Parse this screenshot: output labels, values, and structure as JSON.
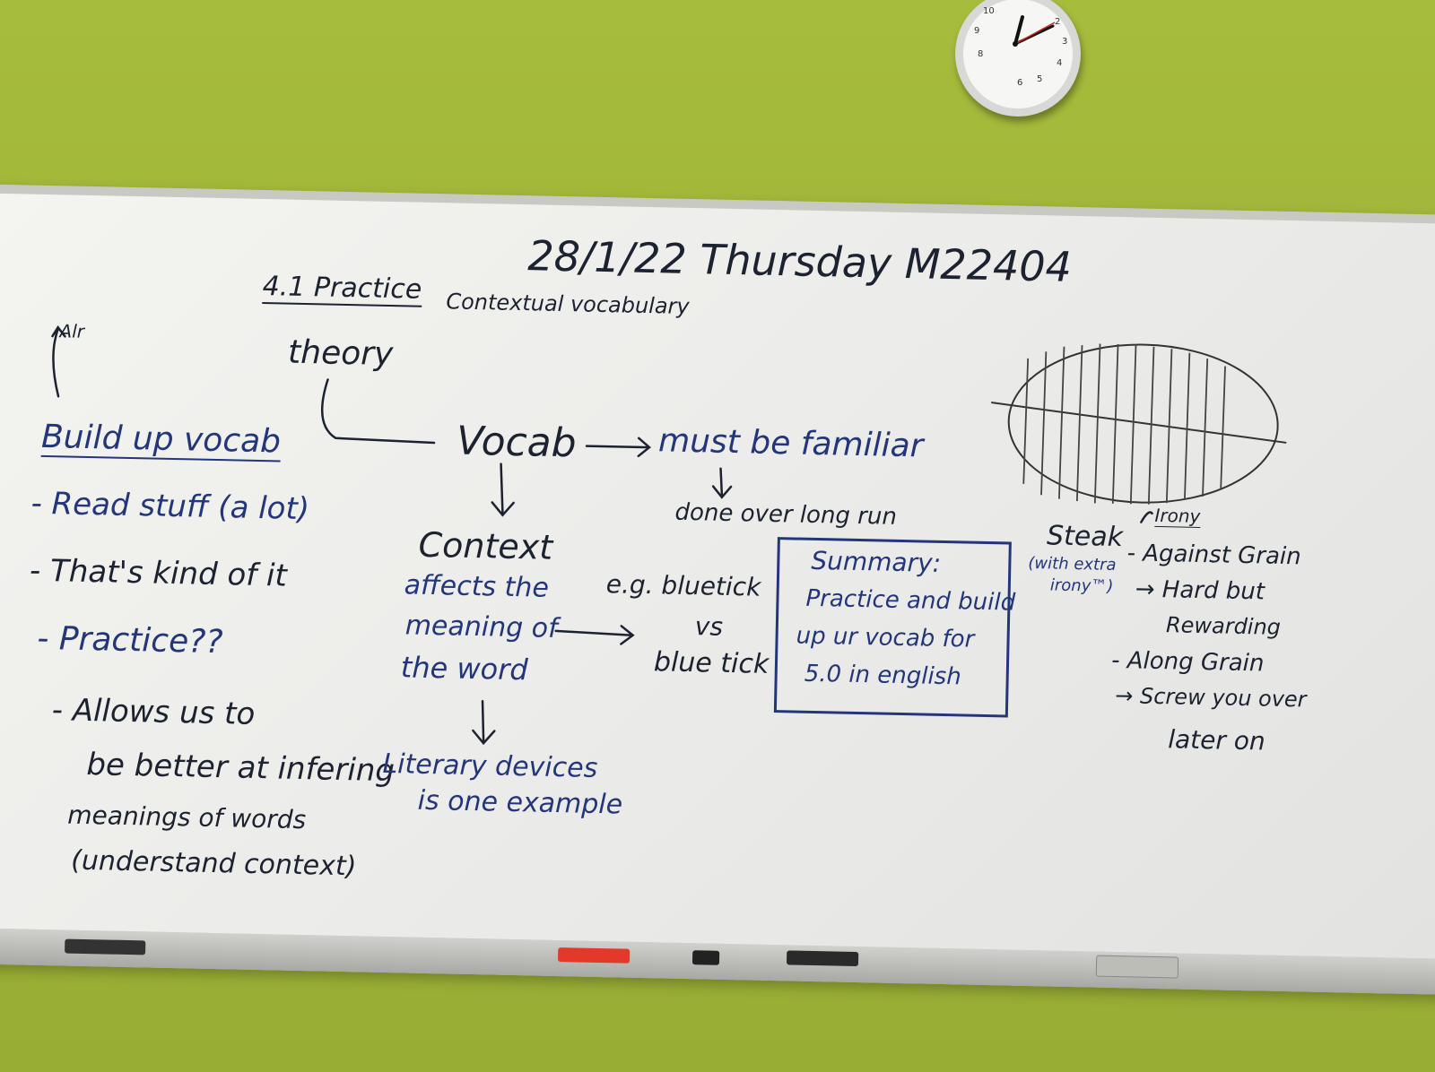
{
  "whiteboard": {
    "date_line": "28/1/22 Thursday M22404",
    "topic_left": "4.1 Practice",
    "topic_right": "Contextual vocabulary",
    "theory": "theory",
    "arrow_note": "Alr",
    "left_column": {
      "heading": "Build up vocab",
      "items": [
        "- Read stuff (a lot)",
        "- That's kind of it",
        "- Practice??",
        "- Allows us to",
        "be better at infering",
        "meanings of words",
        "(understand context)"
      ]
    },
    "center": {
      "vocab": "Vocab",
      "must_be_familiar": "must be familiar",
      "done_over_long_run": "done over long run",
      "context_lines": [
        "Context",
        "affects the",
        "meaning of",
        "the word"
      ],
      "literary_lines": [
        "Literary devices",
        "is one example"
      ],
      "example_lines": [
        "e.g. bluetick",
        "vs",
        "blue tick"
      ]
    },
    "summary": {
      "lines": [
        "Summary:",
        "Practice and build",
        "up ur vocab for",
        "5.0 in english"
      ]
    },
    "right_side": {
      "steak": "Steak",
      "steak_note_lines": [
        "(with extra",
        "irony™)"
      ],
      "irony": "Irony",
      "lines": [
        "- Against Grain",
        "→ Hard but",
        "Rewarding",
        "- Along Grain",
        "→ Screw you over",
        "later on"
      ]
    }
  },
  "clock": {
    "numerals": [
      "10",
      "9",
      "8",
      "6",
      "5",
      "4",
      "3",
      "2"
    ]
  },
  "colors": {
    "wall": "#9fb438",
    "board": "#efefec",
    "black_ink": "#1c2230",
    "blue_ink": "#24367a"
  }
}
